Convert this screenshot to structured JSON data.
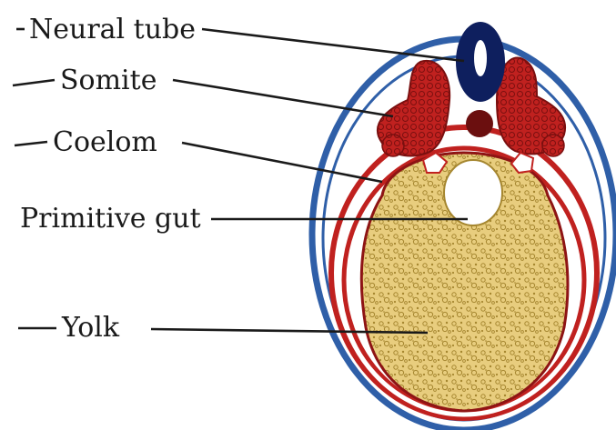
{
  "labels": {
    "neural_tube": "Neural tube",
    "somite": "Somite",
    "coelom": "Coelom",
    "primitive_gut": "Primitive gut",
    "yolk": "Yolk"
  },
  "colors": {
    "ectoderm": "#2f5fa8",
    "neural_tube": "#0e1f5e",
    "notochord": "#6b0f0f",
    "mesoderm": "#c0211f",
    "mesoderm_dark": "#8e1414",
    "yolk": "#e8cd7e",
    "yolk_speckle": "#a5862f",
    "line": "#1a1a1a"
  }
}
